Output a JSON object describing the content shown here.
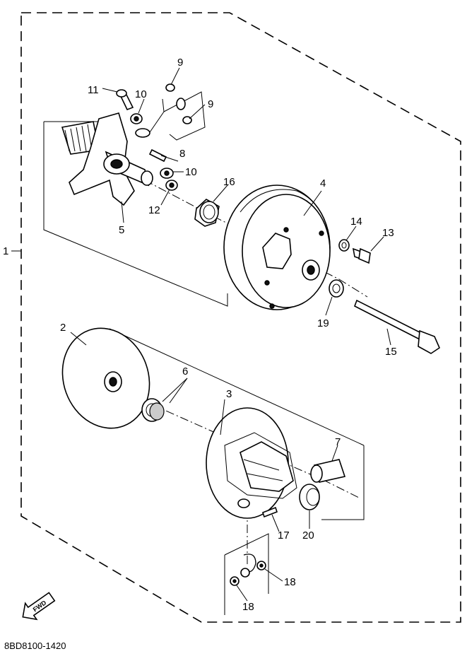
{
  "labels": {
    "l1": "1",
    "l2": "2",
    "l3": "3",
    "l4": "4",
    "l5": "5",
    "l6": "6",
    "l7": "7",
    "l8": "8",
    "l9a": "9",
    "l9b": "9",
    "l10a": "10",
    "l10b": "10",
    "l11": "11",
    "l12": "12",
    "l13": "13",
    "l14": "14",
    "l15": "15",
    "l16": "16",
    "l17": "17",
    "l18a": "18",
    "l18b": "18",
    "l19": "19",
    "l20": "20"
  },
  "footer": {
    "drawing_code": "8BD8100-1420",
    "direction_badge": "FWD"
  },
  "icons": {
    "direction": "fwd-arrow-icon"
  }
}
